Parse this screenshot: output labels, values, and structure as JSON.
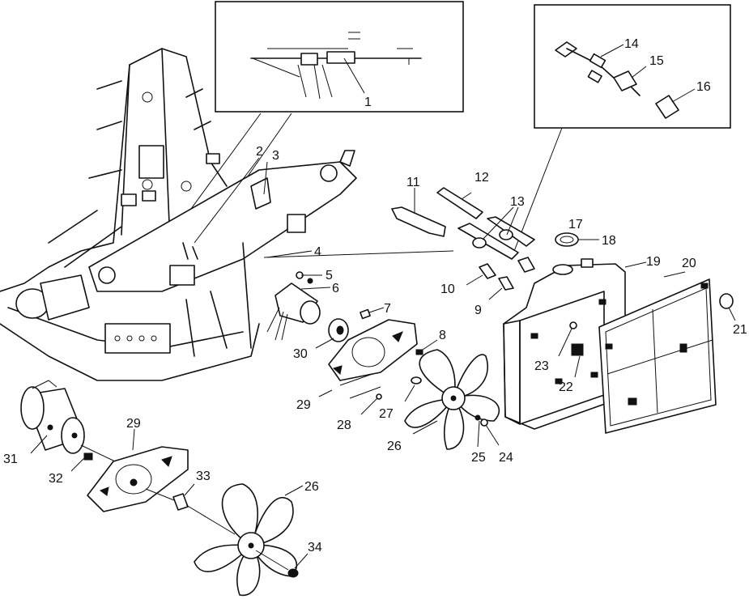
{
  "callouts": {
    "c1": "1",
    "c2": "2",
    "c3": "3",
    "c4": "4",
    "c5": "5",
    "c6": "6",
    "c7": "7",
    "c8": "8",
    "c9": "9",
    "c10": "10",
    "c11": "11",
    "c12": "12",
    "c13": "13",
    "c14": "14",
    "c15": "15",
    "c16": "16",
    "c17": "17",
    "c18": "18",
    "c19": "19",
    "c20": "20",
    "c21": "21",
    "c22": "22",
    "c23": "23",
    "c24": "24",
    "c25": "25",
    "c26a": "26",
    "c26b": "26",
    "c27": "27",
    "c28": "28",
    "c29a": "29",
    "c29b": "29",
    "c30": "30",
    "c31": "31",
    "c32": "32",
    "c33": "33",
    "c34": "34"
  }
}
